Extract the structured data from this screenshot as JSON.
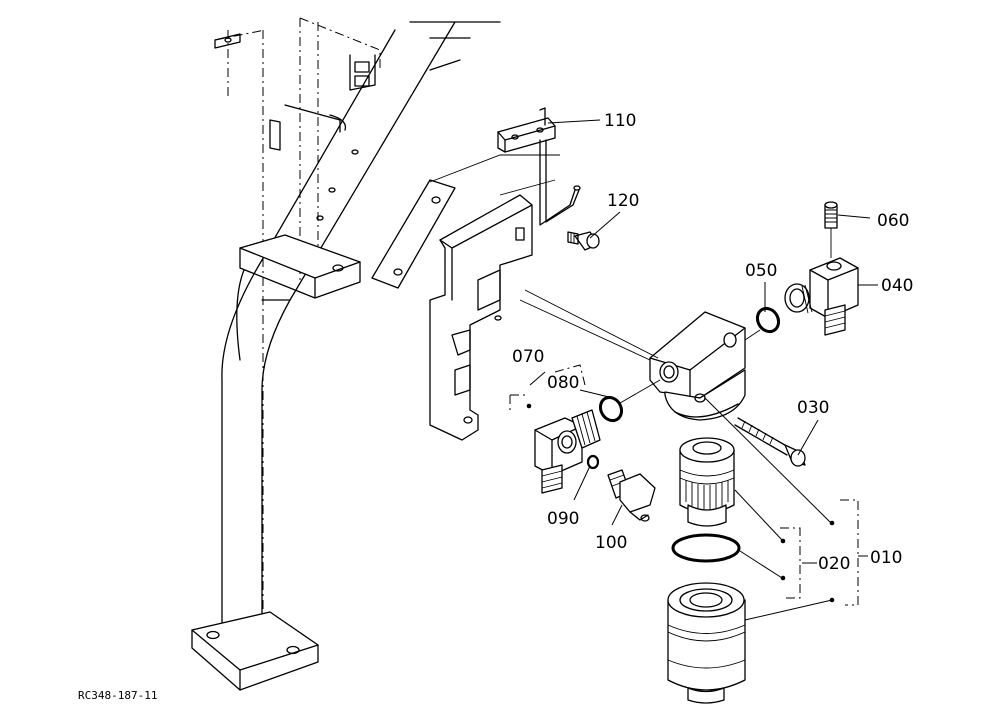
{
  "drawing_ref": "RC348-187-11",
  "parts": [
    {
      "id": "p010",
      "number": "010"
    },
    {
      "id": "p020",
      "number": "020"
    },
    {
      "id": "p030",
      "number": "030"
    },
    {
      "id": "p040",
      "number": "040"
    },
    {
      "id": "p050",
      "number": "050"
    },
    {
      "id": "p060",
      "number": "060"
    },
    {
      "id": "p070",
      "number": "070"
    },
    {
      "id": "p080",
      "number": "080"
    },
    {
      "id": "p090",
      "number": "090"
    },
    {
      "id": "p100",
      "number": "100"
    },
    {
      "id": "p110",
      "number": "110"
    },
    {
      "id": "p120",
      "number": "120"
    }
  ]
}
